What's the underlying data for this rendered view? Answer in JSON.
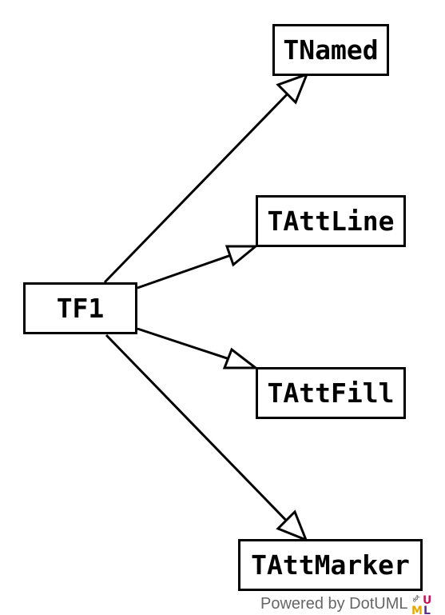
{
  "nodes": {
    "tnamed": "TNamed",
    "tattline": "TAttLine",
    "tf1": "TF1",
    "tattfill": "TAttFill",
    "tattmarker": "TAttMarker"
  },
  "edges": [
    {
      "from": "TF1",
      "to": "TNamed",
      "type": "inheritance"
    },
    {
      "from": "TF1",
      "to": "TAttLine",
      "type": "inheritance"
    },
    {
      "from": "TF1",
      "to": "TAttFill",
      "type": "inheritance"
    },
    {
      "from": "TF1",
      "to": "TAttMarker",
      "type": "inheritance"
    }
  ],
  "footer": {
    "text": "Powered by DotUML",
    "logo_letters": {
      "dot": "dot",
      "u": "U",
      "m": "M",
      "l": "L"
    },
    "logo_colors": {
      "u": "#c2185b",
      "m": "#e6a800",
      "l": "#5c2d91",
      "dot": "#000000"
    }
  }
}
